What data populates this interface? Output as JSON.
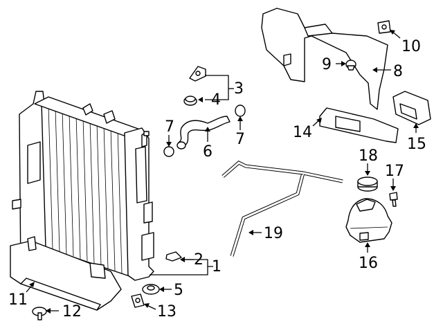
{
  "diagram": {
    "callouts": [
      {
        "id": "1",
        "label": "1",
        "part": "radiator"
      },
      {
        "id": "2",
        "label": "2",
        "part": "drain-plug"
      },
      {
        "id": "3",
        "label": "3",
        "part": "upper-mount-bracket-set"
      },
      {
        "id": "4",
        "label": "4",
        "part": "upper-insulator"
      },
      {
        "id": "5",
        "label": "5",
        "part": "lower-insulator"
      },
      {
        "id": "6",
        "label": "6",
        "part": "radiator-hose"
      },
      {
        "id": "7",
        "label": "7",
        "part": "hose-clamp"
      },
      {
        "id": "8",
        "label": "8",
        "part": "side-air-baffle"
      },
      {
        "id": "9",
        "label": "9",
        "part": "push-pin"
      },
      {
        "id": "10",
        "label": "10",
        "part": "clip"
      },
      {
        "id": "11",
        "label": "11",
        "part": "lower-air-deflector"
      },
      {
        "id": "12",
        "label": "12",
        "part": "retainer"
      },
      {
        "id": "13",
        "label": "13",
        "part": "bracket-clip"
      },
      {
        "id": "14",
        "label": "14",
        "part": "upper-air-baffle"
      },
      {
        "id": "15",
        "label": "15",
        "part": "air-guide"
      },
      {
        "id": "16",
        "label": "16",
        "part": "coolant-reservoir"
      },
      {
        "id": "17",
        "label": "17",
        "part": "reservoir-bolt"
      },
      {
        "id": "18",
        "label": "18",
        "part": "reservoir-cap"
      },
      {
        "id": "19",
        "label": "19",
        "part": "overflow-hose"
      }
    ]
  }
}
